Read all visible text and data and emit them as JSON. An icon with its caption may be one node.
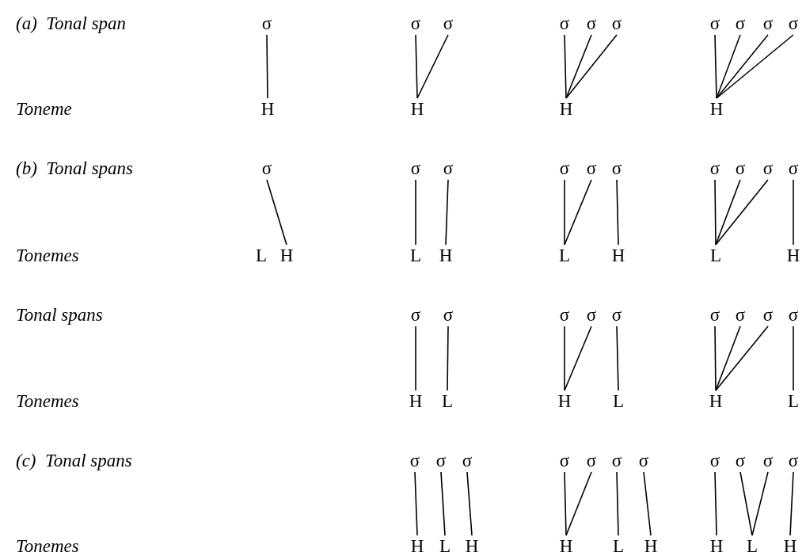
{
  "diagram": {
    "nodes": [
      {
        "text": [
          "σ"
        ]
      },
      {
        "text": [
          "σ"
        ]
      },
      {
        "text": [
          "σ"
        ]
      },
      {
        "text": [
          "σ"
        ]
      },
      {
        "text": [
          "σ"
        ]
      },
      {
        "text": [
          "σ"
        ]
      },
      {
        "text": [
          "σ"
        ]
      },
      {
        "text": [
          "σ"
        ]
      },
      {
        "text": [
          "σ"
        ]
      },
      {
        "text": [
          "σ"
        ]
      },
      {
        "text": [
          "H"
        ]
      },
      {
        "text": [
          "H"
        ]
      },
      {
        "text": [
          "H"
        ]
      },
      {
        "text": [
          "H"
        ]
      },
      {
        "text": [
          "σ"
        ]
      },
      {
        "text": [
          "σ"
        ]
      },
      {
        "text": [
          "σ"
        ]
      },
      {
        "text": [
          "σ"
        ]
      },
      {
        "text": [
          "σ"
        ]
      },
      {
        "text": [
          "σ"
        ]
      },
      {
        "text": [
          "σ"
        ]
      },
      {
        "text": [
          "σ"
        ]
      },
      {
        "text": [
          "σ"
        ]
      },
      {
        "text": [
          "σ"
        ]
      },
      {
        "text": [
          "L"
        ]
      },
      {
        "text": [
          "H"
        ]
      },
      {
        "text": [
          "L"
        ]
      },
      {
        "text": [
          "H"
        ]
      },
      {
        "text": [
          "L"
        ]
      },
      {
        "text": [
          "H"
        ]
      },
      {
        "text": [
          "L"
        ]
      },
      {
        "text": [
          "H"
        ]
      },
      {
        "text": [
          "σ"
        ]
      },
      {
        "text": [
          "σ"
        ]
      },
      {
        "text": [
          "σ"
        ]
      },
      {
        "text": [
          "σ"
        ]
      },
      {
        "text": [
          "σ"
        ]
      },
      {
        "text": [
          "σ"
        ]
      },
      {
        "text": [
          "σ"
        ]
      },
      {
        "text": [
          "σ"
        ]
      },
      {
        "text": [
          "σ"
        ]
      },
      {
        "text": [
          "H"
        ]
      },
      {
        "text": [
          "L"
        ]
      },
      {
        "text": [
          "H"
        ]
      },
      {
        "text": [
          "L"
        ]
      },
      {
        "text": [
          "H"
        ]
      },
      {
        "text": [
          "L"
        ]
      },
      {
        "text": [
          "σ"
        ]
      },
      {
        "text": [
          "σ"
        ]
      },
      {
        "text": [
          "σ"
        ]
      },
      {
        "text": [
          "σ"
        ]
      },
      {
        "text": [
          "σ"
        ]
      },
      {
        "text": [
          "σ"
        ]
      },
      {
        "text": [
          "σ"
        ]
      },
      {
        "text": [
          "σ"
        ]
      },
      {
        "text": [
          "σ"
        ]
      },
      {
        "text": [
          "σ"
        ]
      },
      {
        "text": [
          "σ"
        ]
      },
      {
        "text": [
          "H"
        ]
      },
      {
        "text": [
          "L"
        ]
      },
      {
        "text": [
          "H"
        ]
      },
      {
        "text": [
          "H"
        ]
      },
      {
        "text": [
          "L"
        ]
      },
      {
        "text": [
          "H"
        ]
      },
      {
        "text": [
          "H"
        ]
      },
      {
        "text": [
          "L"
        ]
      },
      {
        "text": [
          "H"
        ]
      }
    ],
    "edges": [
      {
        "from": 0,
        "to": 10,
        "arrow": "none"
      },
      {
        "from": 1,
        "to": 11,
        "arrow": "none"
      },
      {
        "from": 2,
        "to": 11,
        "arrow": "none"
      },
      {
        "from": 3,
        "to": 12,
        "arrow": "none"
      },
      {
        "from": 4,
        "to": 12,
        "arrow": "none"
      },
      {
        "from": 5,
        "to": 12,
        "arrow": "none"
      },
      {
        "from": 6,
        "to": 13,
        "arrow": "none"
      },
      {
        "from": 7,
        "to": 13,
        "arrow": "none"
      },
      {
        "from": 8,
        "to": 13,
        "arrow": "none"
      },
      {
        "from": 9,
        "to": 13,
        "arrow": "none"
      },
      {
        "from": 14,
        "to": 25,
        "arrow": "none"
      },
      {
        "from": 15,
        "to": 26,
        "arrow": "none"
      },
      {
        "from": 16,
        "to": 27,
        "arrow": "none"
      },
      {
        "from": 17,
        "to": 28,
        "arrow": "none"
      },
      {
        "from": 18,
        "to": 28,
        "arrow": "none"
      },
      {
        "from": 19,
        "to": 29,
        "arrow": "none"
      },
      {
        "from": 20,
        "to": 30,
        "arrow": "none"
      },
      {
        "from": 21,
        "to": 30,
        "arrow": "none"
      },
      {
        "from": 22,
        "to": 30,
        "arrow": "none"
      },
      {
        "from": 23,
        "to": 31,
        "arrow": "none"
      },
      {
        "from": 32,
        "to": 41,
        "arrow": "none"
      },
      {
        "from": 33,
        "to": 42,
        "arrow": "none"
      },
      {
        "from": 34,
        "to": 43,
        "arrow": "none"
      },
      {
        "from": 35,
        "to": 43,
        "arrow": "none"
      },
      {
        "from": 36,
        "to": 44,
        "arrow": "none"
      },
      {
        "from": 37,
        "to": 45,
        "arrow": "none"
      },
      {
        "from": 38,
        "to": 45,
        "arrow": "none"
      },
      {
        "from": 39,
        "to": 45,
        "arrow": "none"
      },
      {
        "from": 40,
        "to": 46,
        "arrow": "none"
      },
      {
        "from": 47,
        "to": 58,
        "arrow": "none"
      },
      {
        "from": 48,
        "to": 59,
        "arrow": "none"
      },
      {
        "from": 49,
        "to": 60,
        "arrow": "none"
      },
      {
        "from": 50,
        "to": 61,
        "arrow": "none"
      },
      {
        "from": 51,
        "to": 61,
        "arrow": "none"
      },
      {
        "from": 52,
        "to": 62,
        "arrow": "none"
      },
      {
        "from": 53,
        "to": 63,
        "arrow": "none"
      },
      {
        "from": 54,
        "to": 64,
        "arrow": "none"
      },
      {
        "from": 55,
        "to": 65,
        "arrow": "none"
      },
      {
        "from": 56,
        "to": 65,
        "arrow": "none"
      },
      {
        "from": 57,
        "to": 66,
        "arrow": "none"
      }
    ],
    "labels": [
      "(a)  Tonal span",
      "Toneme",
      "(b)  Tonal spans",
      "Tonemes",
      "Tonal spans",
      "Tonemes",
      "(c)  Tonal spans",
      "Tonemes"
    ]
  }
}
